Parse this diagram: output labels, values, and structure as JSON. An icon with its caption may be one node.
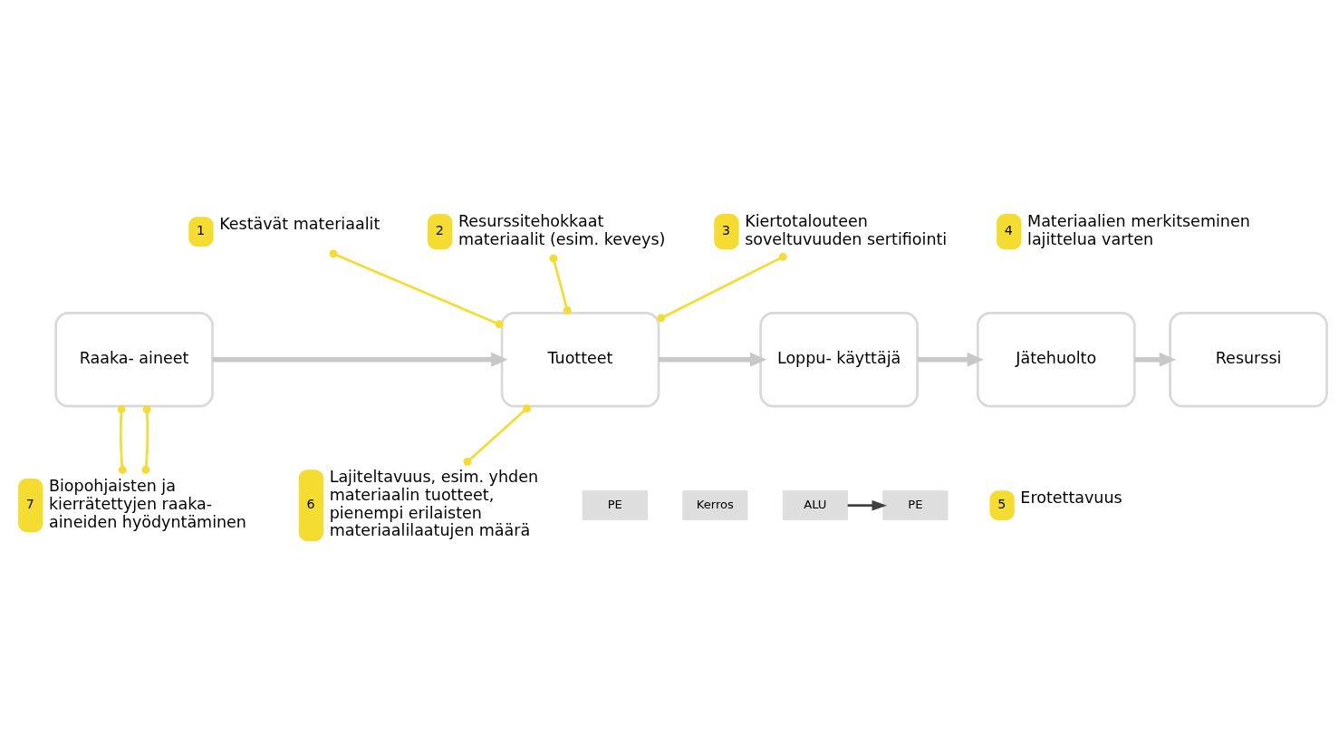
{
  "diagram": {
    "nodes": [
      {
        "text": [
          "Raaka- aineet"
        ]
      },
      {
        "text": [
          "Tuotteet"
        ]
      },
      {
        "text": [
          "Loppu- käyttäjä"
        ]
      },
      {
        "text": [
          "Jätehuolto"
        ]
      },
      {
        "text": [
          "Resurssi"
        ]
      },
      {
        "text": [
          "1"
        ],
        "beside": [
          "Kestävät materiaalit"
        ]
      },
      {
        "text": [
          "2"
        ],
        "beside": [
          "Resurssitehokkaat materiaalit (esim. keveys)"
        ]
      },
      {
        "text": [
          "3"
        ],
        "beside": [
          "Kiertotalouteen soveltuvuuden sertifiointi"
        ]
      },
      {
        "text": [
          "4"
        ],
        "beside": [
          "Materiaalien merkitseminen lajittelua varten"
        ]
      },
      {
        "text": [
          "7"
        ],
        "beside": [
          "Biopohjaisten ja kierrätettyjen raaka- aineiden hyödyntäminen"
        ]
      },
      {
        "text": [
          "6"
        ],
        "beside": [
          "Lajiteltavuus, esim. yhden materiaalin tuotteet, pienempi erilaisten materiaalilaatujen määrä"
        ]
      },
      {
        "text": [
          "5"
        ],
        "beside": [
          "Erotettavuus"
        ]
      },
      {
        "text": [
          "PE"
        ]
      },
      {
        "text": [
          "Kerros"
        ]
      },
      {
        "text": [
          "ALU"
        ]
      },
      {
        "text": [
          "PE"
        ]
      }
    ],
    "edges": [
      {
        "from": 0,
        "to": 1,
        "arrow": "to",
        "style": "thick",
        "color": "#c8c8c8"
      },
      {
        "from": 1,
        "to": 2,
        "arrow": "to",
        "style": "thick",
        "color": "#c8c8c8"
      },
      {
        "from": 2,
        "to": 3,
        "arrow": "to",
        "style": "thick",
        "color": "#c8c8c8"
      },
      {
        "from": 3,
        "to": 4,
        "arrow": "to",
        "style": "thick",
        "color": "#c8c8c8"
      },
      {
        "from": 5,
        "to": 1,
        "arrow": "other"
      },
      {
        "from": 6,
        "to": 1,
        "arrow": "other"
      },
      {
        "from": 7,
        "to": 1,
        "arrow": "other"
      },
      {
        "from": 0,
        "to": 9,
        "arrow": "other"
      },
      {
        "from": 0,
        "to": 9,
        "arrow": "other"
      },
      {
        "from": 1,
        "to": 10,
        "arrow": "other"
      },
      {
        "from": 14,
        "to": 15,
        "arrow": "to",
        "color": "#404040"
      }
    ]
  }
}
